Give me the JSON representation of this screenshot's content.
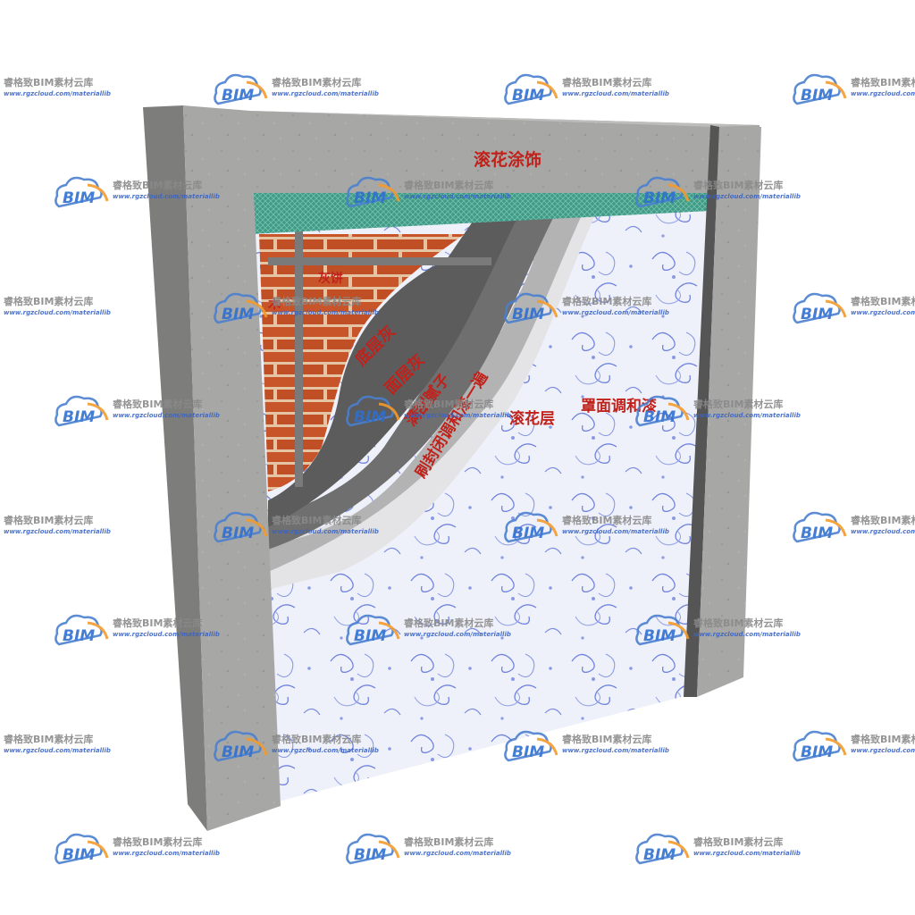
{
  "title": "滚花涂饰",
  "layers": {
    "wood_strip": "木",
    "board_strip": "灰饼",
    "base_coat": "底层灰",
    "finish_coat": "面层灰",
    "seal_coat": "刷封闭调和漆一遍",
    "base_paint": "满刮腻子",
    "roll_pattern": "滚花层",
    "top_coat": "罩面调和漆"
  },
  "watermark": {
    "logo": "BIM",
    "name": "睿格致BIM素材云库",
    "url": "www.rgzcloud.com/materiallib"
  },
  "colors": {
    "concrete": "#a7a7a6",
    "concrete_dark": "#7d7d7c",
    "brick": "#c8552a",
    "mortar": "#e9c9a8",
    "mesh": "#3f9b86",
    "base_gray": "#6f6f6f",
    "light_gray": "#a9a9a9",
    "primer": "#e4e4e6",
    "pattern_bg": "#eef1fa",
    "pattern_ink": "#5b6fd6",
    "label": "#c0211a"
  }
}
